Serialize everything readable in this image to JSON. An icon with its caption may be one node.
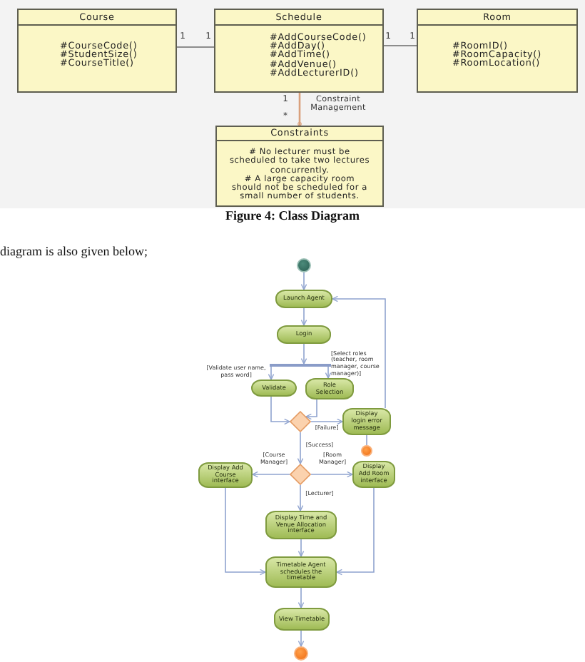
{
  "diagram": {
    "caption": "Figure 4: Class Diagram",
    "nodes": [
      {
        "text": [
          "Course",
          "#CourseCode()",
          "#StudentSize()",
          "#CourseTitle()"
        ]
      },
      {
        "text": [
          "Schedule",
          "#AddCourseCode()",
          "#AddDay()",
          "#AddTime()",
          "#AddVenue()",
          "#AddLecturerID()"
        ]
      },
      {
        "text": [
          "Room",
          "#RoomID()",
          "#RoomCapacity()",
          "#RoomLocation()"
        ]
      },
      {
        "text": [
          "Constraints",
          "# No lecturer must be scheduled to take two lectures concurrently.",
          "# A large capacity room should not be scheduled for a small number of students."
        ]
      },
      {
        "text": [],
        "shape": "circle"
      },
      {
        "text": [
          "Launch Agent"
        ]
      },
      {
        "text": [
          "Login"
        ]
      },
      {
        "text": [],
        "shape": "bar"
      },
      {
        "text": [
          "Validate"
        ]
      },
      {
        "text": [
          "Role Selection"
        ]
      },
      {
        "text": [],
        "shape": "diamond"
      },
      {
        "text": [
          "Display login error message"
        ]
      },
      {
        "text": [],
        "shape": "circle"
      },
      {
        "text": [],
        "shape": "diamond"
      },
      {
        "text": [
          "Display Add Course interface"
        ]
      },
      {
        "text": [
          "Display Add Room interface"
        ]
      },
      {
        "text": [
          "Display Time and Venue Allocation interface"
        ]
      },
      {
        "text": [
          "Timetable Agent schedules the timetable"
        ]
      },
      {
        "text": [
          "View Timetable"
        ]
      },
      {
        "text": [],
        "shape": "circle"
      }
    ],
    "edges": [
      {
        "from": 0,
        "to": 1,
        "arrow": "none",
        "color": "#8c8c8c"
      },
      {
        "from": 1,
        "to": 2,
        "arrow": "none",
        "color": "#8c8c8c"
      },
      {
        "from": 1,
        "to": 3,
        "arrow": "other",
        "label": "Constraint Management",
        "color": "#d9a07c"
      },
      {
        "from": 4,
        "to": 5,
        "arrow": "to"
      },
      {
        "from": 5,
        "to": 6,
        "arrow": "to"
      },
      {
        "from": 6,
        "to": 7,
        "arrow": "to"
      },
      {
        "from": 7,
        "to": 8,
        "arrow": "to",
        "label": "[Validate user name, pass word]"
      },
      {
        "from": 7,
        "to": 9,
        "arrow": "to",
        "label": "[Select roles (teacher, room manager, course manager)]"
      },
      {
        "from": 8,
        "to": 10,
        "arrow": "to"
      },
      {
        "from": 9,
        "to": 10,
        "arrow": "to"
      },
      {
        "from": 10,
        "to": 11,
        "arrow": "to",
        "label": "[Failure]"
      },
      {
        "from": 11,
        "to": 5,
        "arrow": "to"
      },
      {
        "from": 11,
        "to": 12,
        "arrow": "none"
      },
      {
        "from": 10,
        "to": 13,
        "arrow": "to",
        "label": "[Success]"
      },
      {
        "from": 13,
        "to": 14,
        "arrow": "to",
        "label": "[Course Manager]"
      },
      {
        "from": 13,
        "to": 15,
        "arrow": "to",
        "label": "[Room Manager]"
      },
      {
        "from": 13,
        "to": 16,
        "arrow": "to",
        "label": "[Lecturer]"
      },
      {
        "from": 16,
        "to": 17,
        "arrow": "to"
      },
      {
        "from": 14,
        "to": 17,
        "arrow": "to"
      },
      {
        "from": 15,
        "to": 17,
        "arrow": "to"
      },
      {
        "from": 17,
        "to": 18,
        "arrow": "to"
      },
      {
        "from": 18,
        "to": 19,
        "arrow": "to"
      }
    ],
    "labels": [
      "1",
      "1",
      "1",
      "1",
      "1",
      "*",
      "diagram is also given below;"
    ]
  }
}
